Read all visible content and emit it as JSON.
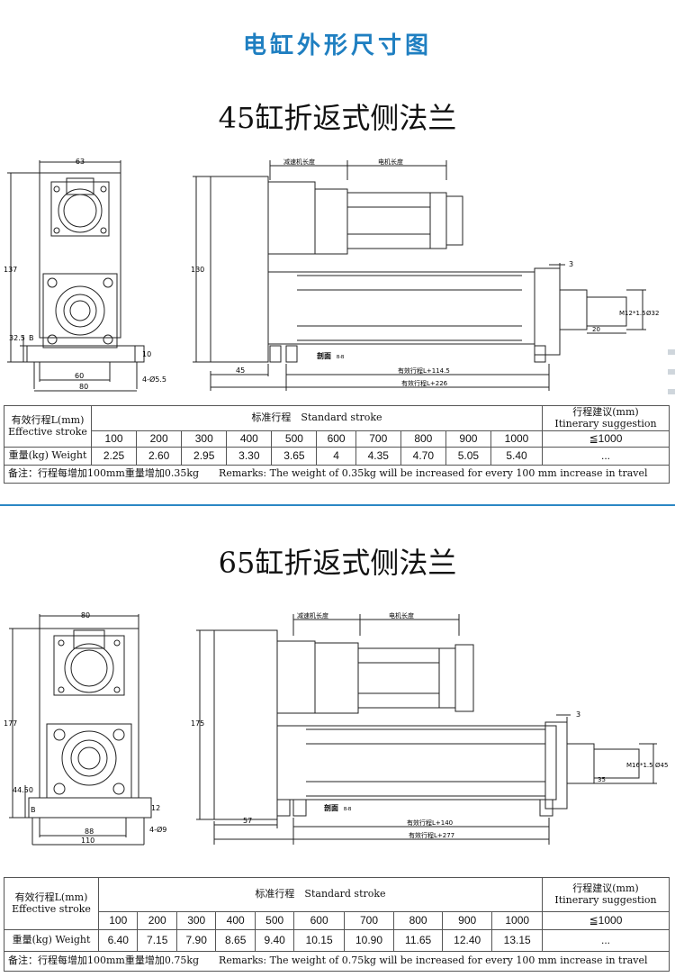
{
  "header": {
    "title": "电缸外形尺寸图"
  },
  "sections": [
    {
      "title": "45缸折返式侧法兰",
      "front": {
        "width": "63",
        "height": "137",
        "offset": "32.5",
        "tab": "10",
        "hole": "4-Ø5.5",
        "bottom_inner": "60",
        "bottom_outer": "80",
        "mark": "B"
      },
      "side": {
        "reducer": "减速机长度",
        "motor": "电机长度",
        "height": "130",
        "gap": "3",
        "rod": "M12*1.5",
        "dia": "Ø32",
        "rod_len": "20",
        "start": "45",
        "section": "剖面",
        "section_tag": "B-B",
        "stroke1": "有效行程L+114.5",
        "stroke2": "有效行程L+226"
      },
      "table": {
        "col_head_cn": "有效行程L(mm)",
        "col_head_en": "Effective stroke",
        "std_label": "标准行程　Standard stroke",
        "sug_cn": "行程建议(mm)",
        "sug_en": "Itinerary suggestion",
        "strokes": [
          "100",
          "200",
          "300",
          "400",
          "500",
          "600",
          "700",
          "800",
          "900",
          "1000"
        ],
        "sug_value": "≦1000",
        "weight_label": "重量(kg) Weight",
        "weights": [
          "2.25",
          "2.60",
          "2.95",
          "3.30",
          "3.65",
          "4",
          "4.35",
          "4.70",
          "5.05",
          "5.40"
        ],
        "weight_sug": "...",
        "note": "备注：行程每增加100mm重量增加0.35kg　　Remarks: The weight of 0.35kg will be increased for every 100 mm increase in travel"
      }
    },
    {
      "title": "65缸折返式侧法兰",
      "front": {
        "width": "80",
        "height": "177",
        "offset": "44.50",
        "tab": "12",
        "hole": "4-Ø9",
        "bottom_inner": "88",
        "bottom_outer": "110",
        "mark": "B"
      },
      "side": {
        "reducer": "减速机长度",
        "motor": "电机长度",
        "height": "175",
        "gap": "3",
        "rod": "M16*1.5",
        "dia": "Ø45",
        "rod_len": "35",
        "start": "57",
        "section": "剖面",
        "section_tag": "B-B",
        "stroke1": "有效行程L+140",
        "stroke2": "有效行程L+277"
      },
      "table": {
        "col_head_cn": "有效行程L(mm)",
        "col_head_en": "Effective stroke",
        "std_label": "标准行程　Standard stroke",
        "sug_cn": "行程建议(mm)",
        "sug_en": "Itinerary suggestion",
        "strokes": [
          "100",
          "200",
          "300",
          "400",
          "500",
          "600",
          "700",
          "800",
          "900",
          "1000"
        ],
        "sug_value": "≦1000",
        "weight_label": "重量(kg) Weight",
        "weights": [
          "6.40",
          "7.15",
          "7.90",
          "8.65",
          "9.40",
          "10.15",
          "10.90",
          "11.65",
          "12.40",
          "13.15"
        ],
        "weight_sug": "...",
        "note": "备注：行程每增加100mm重量增加0.75kg　　Remarks: The weight of 0.75kg will be increased for every 100 mm increase in travel"
      }
    }
  ]
}
